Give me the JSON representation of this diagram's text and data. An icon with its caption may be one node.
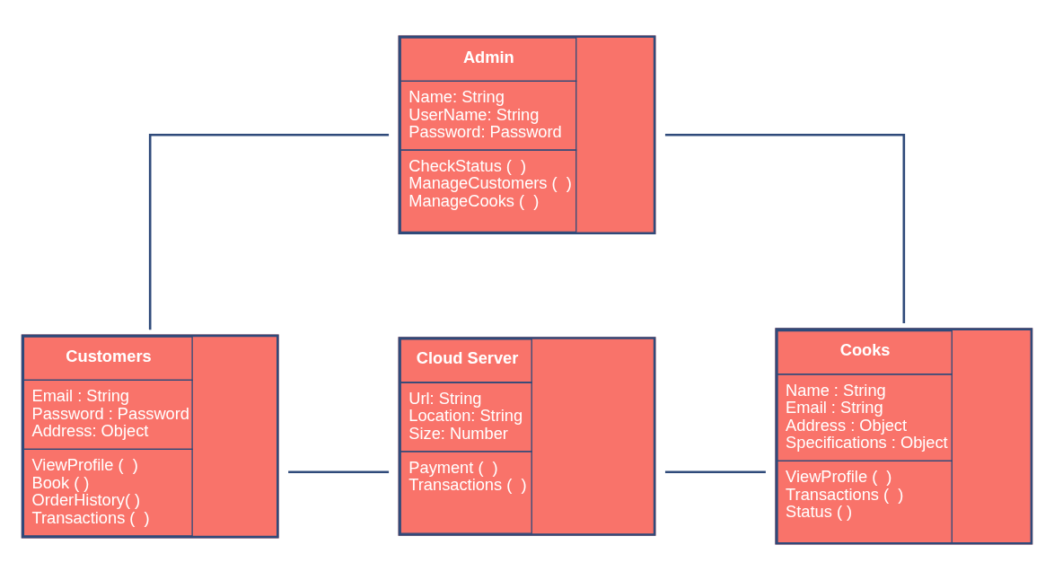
{
  "diagram": {
    "nodes": [
      {
        "text": [
          "Admin",
          "Name: String",
          "UserName: String",
          "Password: Password",
          "CheckStatus (  )",
          "ManageCustomers (  )",
          "ManageCooks (  )"
        ]
      },
      {
        "text": [
          "Customers",
          "Email : String",
          "Password : Password",
          "Address: Object",
          "ViewProfile (  )",
          "Book ( )",
          "OrderHistory( )",
          "Transactions (  )"
        ]
      },
      {
        "text": [
          "Cloud Server",
          "Url: String",
          "Location: String",
          "Size: Number",
          "Payment (  )",
          "Transactions (  )"
        ]
      },
      {
        "text": [
          "Cooks",
          "Name : String",
          "Email : String",
          "Address : Object",
          "Specifications : Object",
          "ViewProfile (  )",
          "Transactions (  )",
          "Status ( )"
        ]
      }
    ],
    "edges": [
      {
        "from": 0,
        "to": 1,
        "arrow": "none"
      },
      {
        "from": 0,
        "to": 3,
        "arrow": "none"
      },
      {
        "from": 1,
        "to": 2,
        "arrow": "none"
      },
      {
        "from": 2,
        "to": 3,
        "arrow": "none"
      }
    ]
  }
}
